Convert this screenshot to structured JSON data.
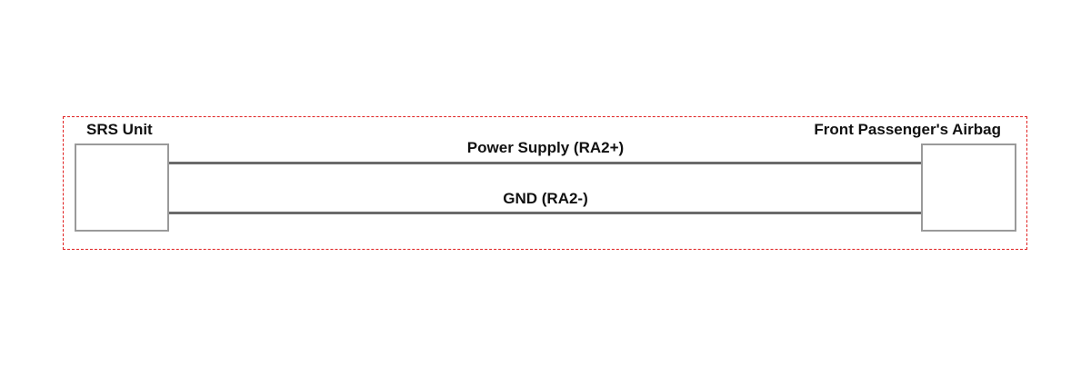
{
  "components": {
    "srs_unit": "SRS Unit",
    "front_passenger_airbag": "Front Passenger's Airbag"
  },
  "wires": {
    "power": "Power Supply (RA2+)",
    "ground": "GND (RA2-)"
  },
  "colors": {
    "frame_border": "#e02020",
    "wire": "#6a6a6a",
    "box_border": "#9a9a9a"
  }
}
